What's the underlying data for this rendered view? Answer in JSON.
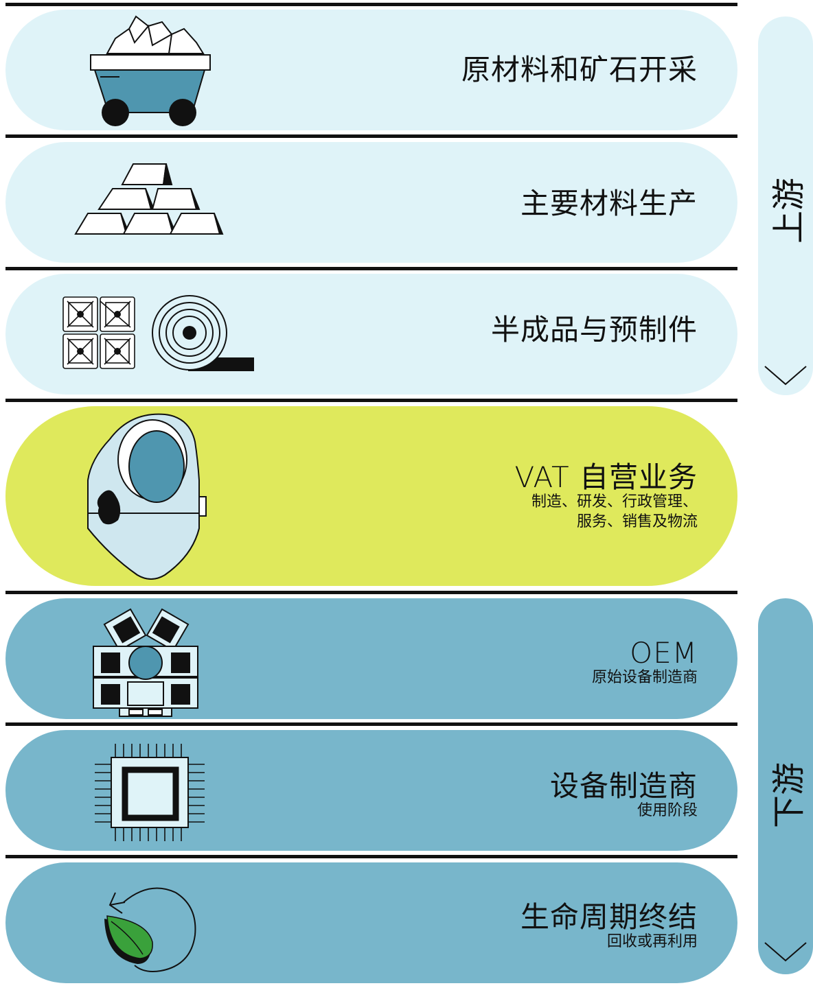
{
  "stages": [
    {
      "title": "原材料和矿石开采",
      "subtitle": ""
    },
    {
      "title": "主要材料生产",
      "subtitle": ""
    },
    {
      "title": "半成品与预制件",
      "subtitle": ""
    },
    {
      "title": "VAT 自营业务",
      "subtitle_lines": [
        "制造、研发、行政管理、",
        "服务、销售及物流"
      ]
    },
    {
      "title": "OEM",
      "subtitle": "原始设备制造商"
    },
    {
      "title": "设备制造商",
      "subtitle": "使用阶段"
    },
    {
      "title": "生命周期终结",
      "subtitle": "回收或再利用"
    }
  ],
  "sidebar": {
    "upstream": "上游",
    "downstream": "下游",
    "upstream_icon": "chevron-down-icon",
    "downstream_icon": "chevron-down-icon"
  },
  "icons": [
    "mine-cart-icon",
    "metal-ingots-icon",
    "profiles-and-coil-icon",
    "valve-icon",
    "machine-icon",
    "chip-icon",
    "recycle-leaf-icon"
  ],
  "colors": {
    "upstream_bg": "#dff3f8",
    "own_ops_bg": "#dfe95c",
    "downstream_bg": "#78b6cb",
    "accent_blue": "#4f96af",
    "leaf_green": "#3aa13b",
    "line": "#111111"
  }
}
